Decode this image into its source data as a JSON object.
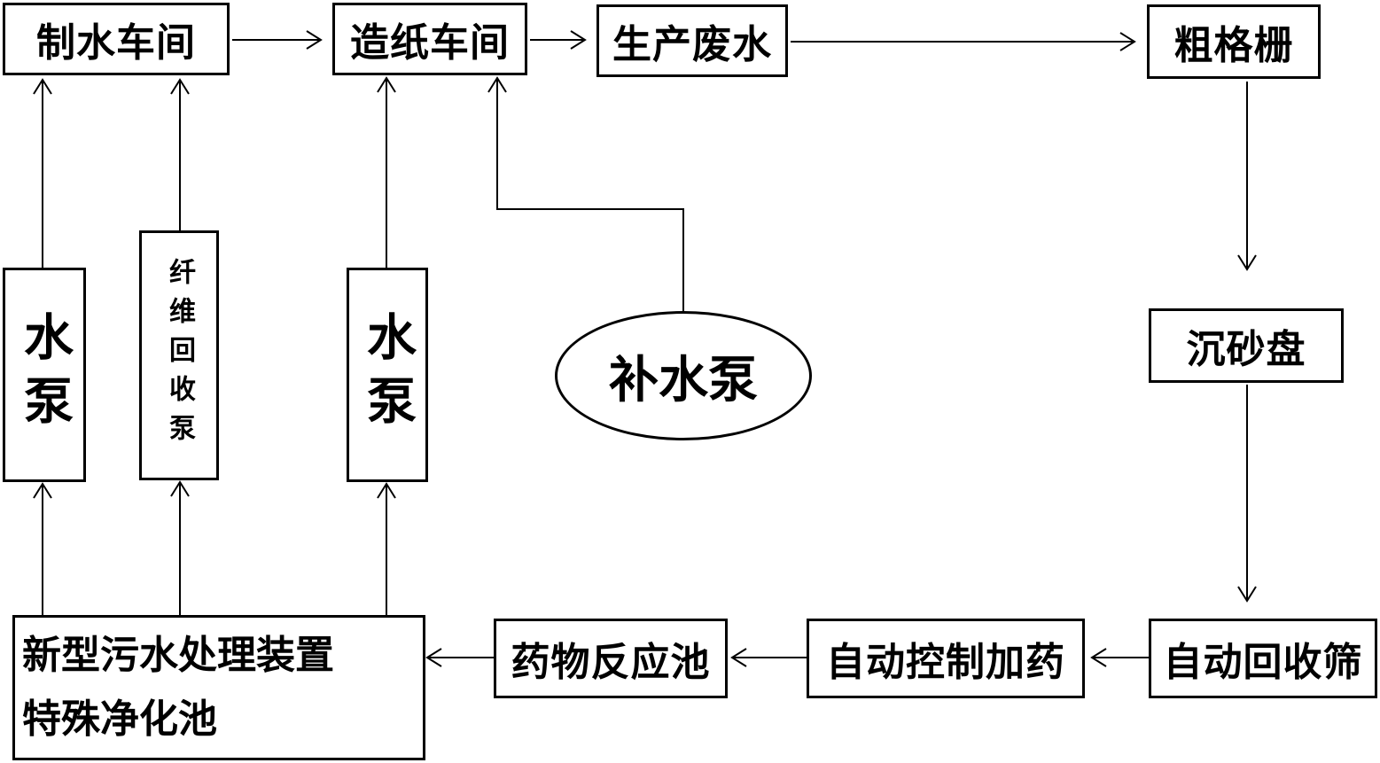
{
  "nodes": {
    "water_workshop": "制水车间",
    "paper_workshop": "造纸车间",
    "production_wastewater": "生产废水",
    "coarse_grille": "粗格栅",
    "sand_settling": "沉砂盘",
    "auto_recovery_screen": "自动回收筛",
    "auto_dosing": "自动控制加药",
    "chemical_reaction_pool": "药物反应池",
    "treatment_device_line1": "新型污水处理装置",
    "treatment_device_line2": "特殊净化池",
    "water_pump_left": "水泵",
    "fiber_recovery_pump": "纤维回收泵",
    "water_pump_right": "水泵",
    "makeup_pump": "补水泵"
  },
  "colors": {
    "line": "#000000",
    "background": "#ffffff"
  }
}
